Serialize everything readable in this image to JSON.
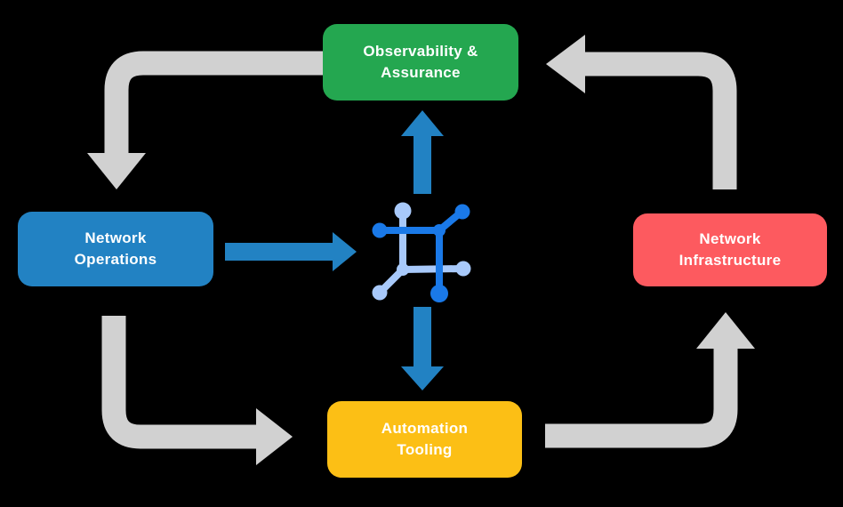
{
  "diagram": {
    "background_color": "#000000",
    "nodes": {
      "observability": {
        "line1": "Observability &",
        "line2": "Assurance",
        "color": "#24a750"
      },
      "operations": {
        "line1": "Network",
        "line2": "Operations",
        "color": "#2282c3"
      },
      "infrastructure": {
        "line1": "Network",
        "line2": "Infrastructure",
        "color": "#fd5a5f"
      },
      "automation": {
        "line1": "Automation",
        "line2": "Tooling",
        "color": "#fcbf15"
      }
    },
    "center_icon": {
      "name": "network-mesh-icon",
      "dark_color": "#1a79e8",
      "light_color": "#a8c9fa"
    },
    "arrows": {
      "gray_color": "#d1d1d1",
      "blue_color": "#2282c3",
      "flows": [
        {
          "from": "Observability & Assurance",
          "to": "Network Operations",
          "style": "gray-elbow"
        },
        {
          "from": "Network Operations",
          "to": "Automation Tooling",
          "style": "gray-elbow"
        },
        {
          "from": "Automation Tooling",
          "to": "Network Infrastructure",
          "style": "gray-elbow"
        },
        {
          "from": "Network Infrastructure",
          "to": "Observability & Assurance",
          "style": "gray-elbow"
        },
        {
          "from": "Network Operations",
          "to": "center-icon",
          "style": "blue-straight"
        },
        {
          "from": "center-icon",
          "to": "Observability & Assurance",
          "style": "blue-straight"
        },
        {
          "from": "center-icon",
          "to": "Automation Tooling",
          "style": "blue-straight"
        }
      ]
    }
  }
}
